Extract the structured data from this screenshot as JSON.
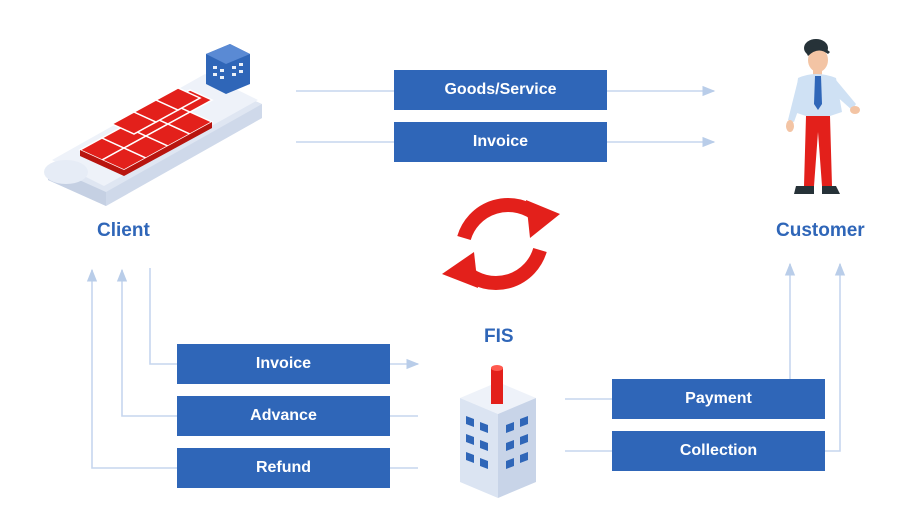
{
  "parties": {
    "client": "Client",
    "customer": "Customer",
    "fis": "FIS"
  },
  "flows": {
    "client_to_customer": [
      "Goods/Service",
      "Invoice"
    ],
    "client_to_fis": [
      "Invoice",
      "Advance",
      "Refund"
    ],
    "customer_fis": [
      "Payment",
      "Collection"
    ]
  },
  "icons": {
    "client": "cargo-ship-icon",
    "customer": "businessman-icon",
    "fis": "office-building-icon",
    "center": "refresh-cycle-icon"
  },
  "colors": {
    "box": "#2f66b8",
    "label": "#2f66b8",
    "line": "#c6d6ee",
    "cycle": "#e3201b"
  }
}
